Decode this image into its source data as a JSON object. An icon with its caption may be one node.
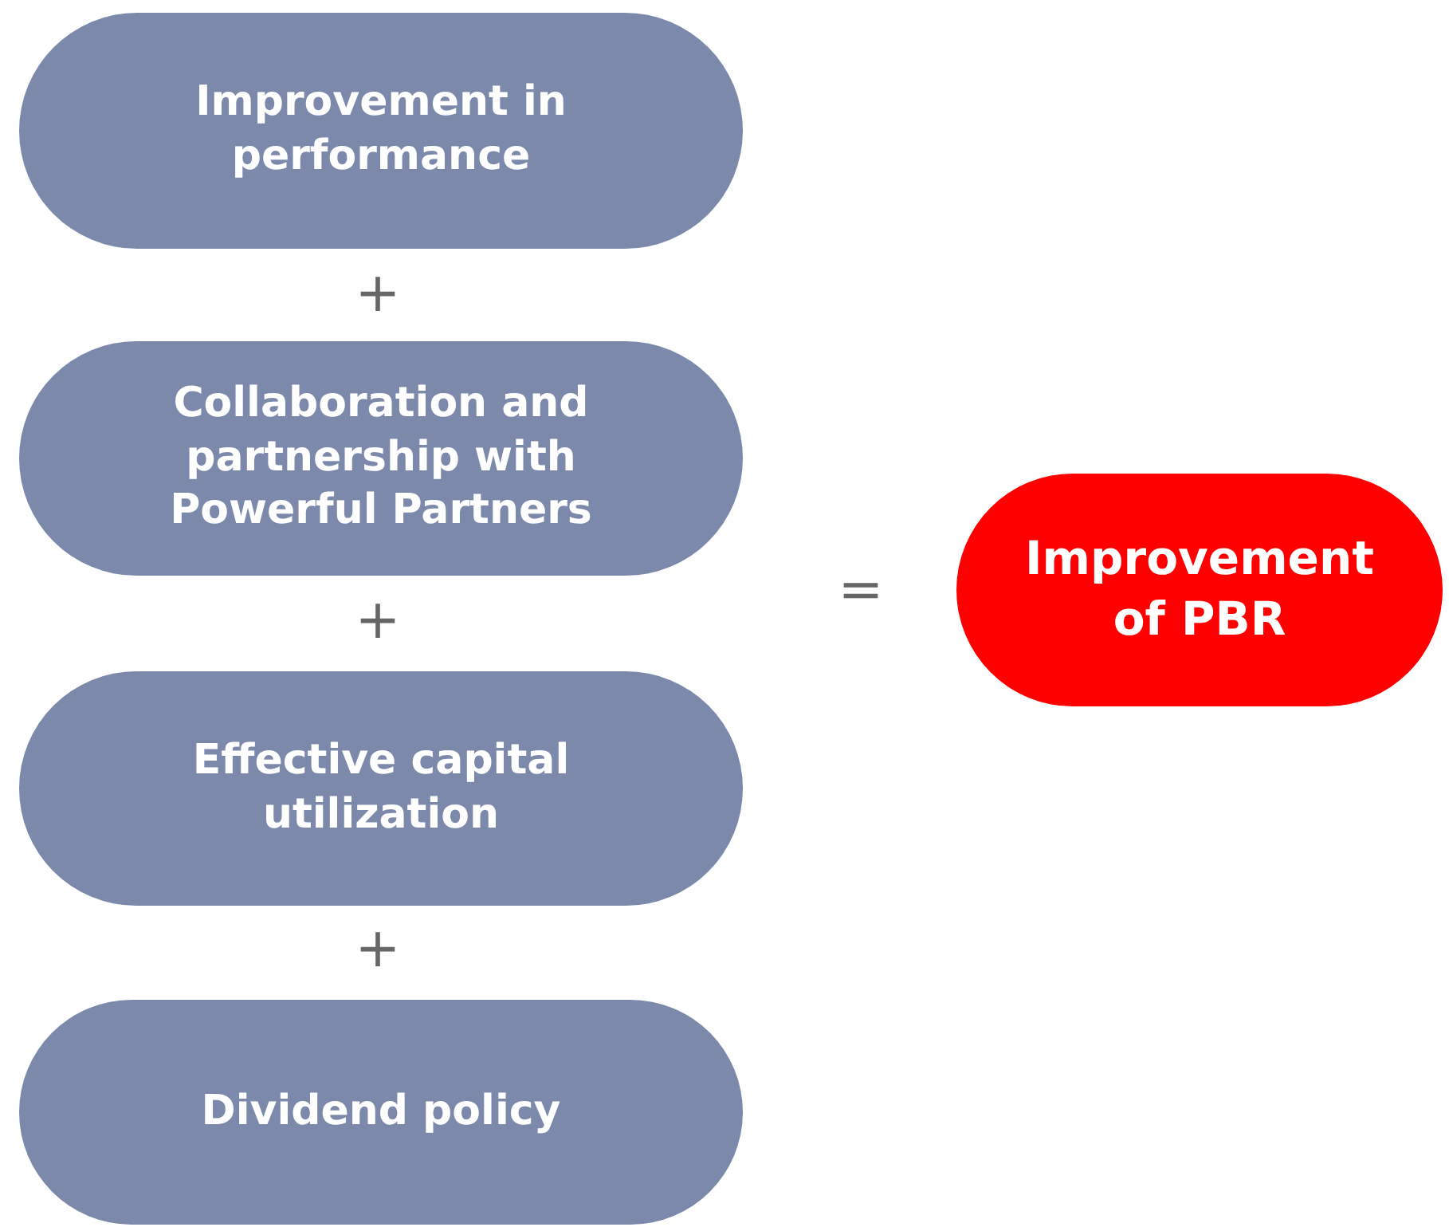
{
  "diagram": {
    "nodes": [
      {
        "text": [
          "Improvement in performance"
        ]
      },
      {
        "text": [
          "Collaboration and partnership with Powerful Partners"
        ]
      },
      {
        "text": [
          "Effective capital utilization"
        ]
      },
      {
        "text": [
          "Dividend policy"
        ]
      },
      {
        "text": [
          "Improvement of PBR"
        ]
      }
    ],
    "labels": [
      "+",
      "+",
      "+",
      "="
    ]
  }
}
